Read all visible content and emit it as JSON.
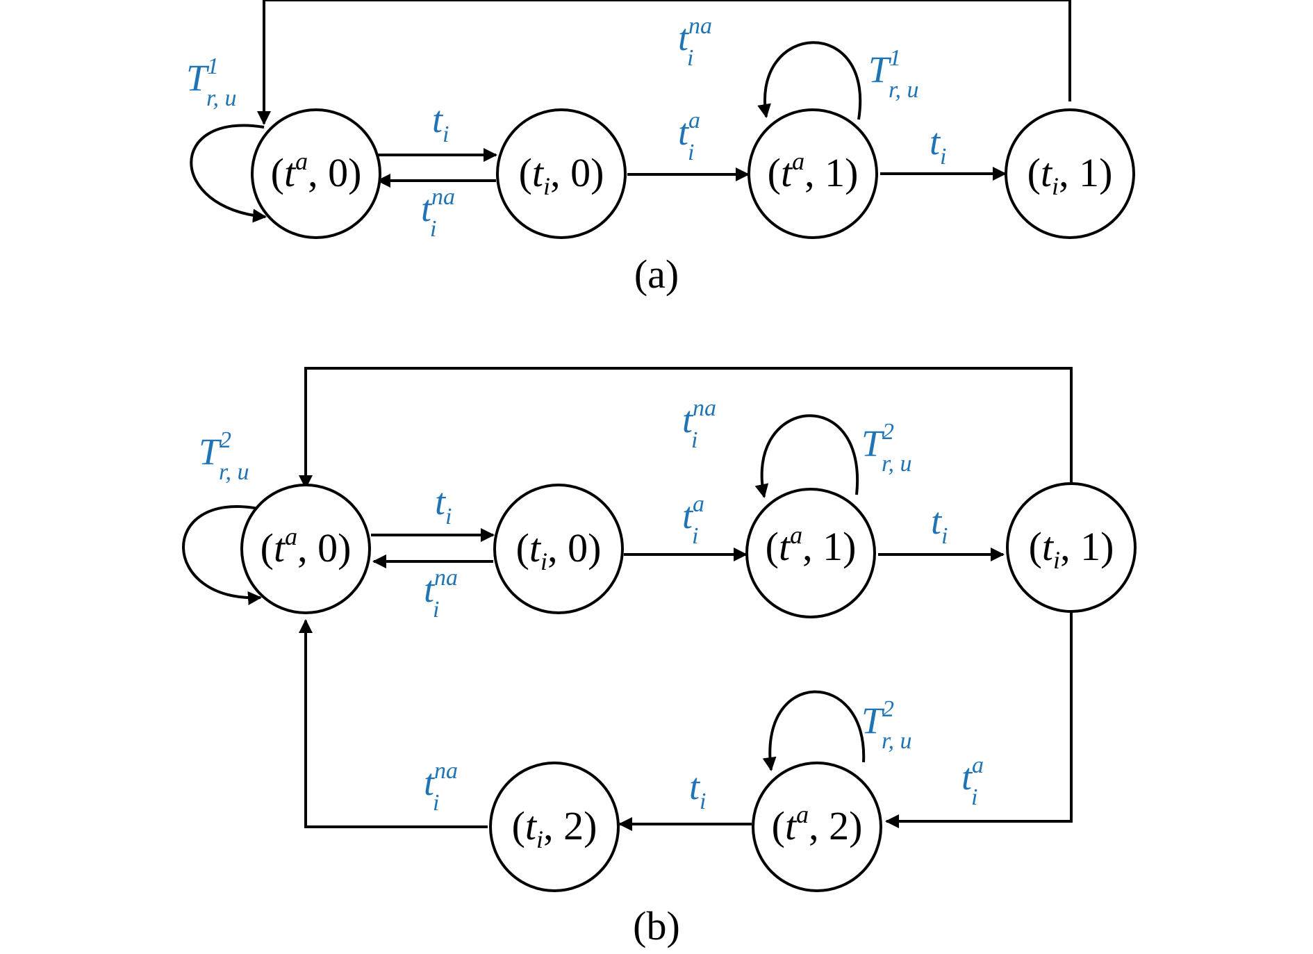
{
  "colors": {
    "edge_label": "#1f74b6",
    "node_text": "#000000",
    "stroke": "#000000"
  },
  "panels": [
    {
      "id": "a",
      "caption": "(a)",
      "nodes": [
        {
          "id": "a0",
          "open": "(",
          "base": "t",
          "script": "a",
          "script_type": "sup",
          "rest": ", 0)"
        },
        {
          "id": "a1",
          "open": "(",
          "base": "t",
          "script": "i",
          "script_type": "sub",
          "rest": ", 0)"
        },
        {
          "id": "a2",
          "open": "(",
          "base": "t",
          "script": "a",
          "script_type": "sup",
          "rest": ", 1)"
        },
        {
          "id": "a3",
          "open": "(",
          "base": "t",
          "script": "i",
          "script_type": "sub",
          "rest": ", 1)"
        }
      ],
      "edge_labels": [
        {
          "id": "a-self0",
          "base": "T",
          "sup": "1",
          "sub": "r, u"
        },
        {
          "id": "a-01",
          "base": "t",
          "sup": "",
          "sub": "i"
        },
        {
          "id": "a-10",
          "base": "t",
          "sup": "na",
          "sub": "i"
        },
        {
          "id": "a-12",
          "base": "t",
          "sup": "a",
          "sub": "i"
        },
        {
          "id": "a-back",
          "base": "t",
          "sup": "na",
          "sub": "i"
        },
        {
          "id": "a-self2",
          "base": "T",
          "sup": "1",
          "sub": "r, u"
        },
        {
          "id": "a-23",
          "base": "t",
          "sup": "",
          "sub": "i"
        }
      ]
    },
    {
      "id": "b",
      "caption": "(b)",
      "nodes": [
        {
          "id": "b0",
          "open": "(",
          "base": "t",
          "script": "a",
          "script_type": "sup",
          "rest": ", 0)"
        },
        {
          "id": "b1",
          "open": "(",
          "base": "t",
          "script": "i",
          "script_type": "sub",
          "rest": ", 0)"
        },
        {
          "id": "b2",
          "open": "(",
          "base": "t",
          "script": "a",
          "script_type": "sup",
          "rest": ", 1)"
        },
        {
          "id": "b3",
          "open": "(",
          "base": "t",
          "script": "i",
          "script_type": "sub",
          "rest": ", 1)"
        },
        {
          "id": "b4",
          "open": "(",
          "base": "t",
          "script": "i",
          "script_type": "sub",
          "rest": ", 2)"
        },
        {
          "id": "b5",
          "open": "(",
          "base": "t",
          "script": "a",
          "script_type": "sup",
          "rest": ", 2)"
        }
      ],
      "edge_labels": [
        {
          "id": "b-self0",
          "base": "T",
          "sup": "2",
          "sub": "r, u"
        },
        {
          "id": "b-01",
          "base": "t",
          "sup": "",
          "sub": "i"
        },
        {
          "id": "b-10",
          "base": "t",
          "sup": "na",
          "sub": "i"
        },
        {
          "id": "b-12",
          "base": "t",
          "sup": "a",
          "sub": "i"
        },
        {
          "id": "b-back",
          "base": "t",
          "sup": "na",
          "sub": "i"
        },
        {
          "id": "b-self2",
          "base": "T",
          "sup": "2",
          "sub": "r, u"
        },
        {
          "id": "b-23",
          "base": "t",
          "sup": "",
          "sub": "i"
        },
        {
          "id": "b-self5",
          "base": "T",
          "sup": "2",
          "sub": "r, u"
        },
        {
          "id": "b-35",
          "base": "t",
          "sup": "a",
          "sub": "i"
        },
        {
          "id": "b-54",
          "base": "t",
          "sup": "",
          "sub": "i"
        },
        {
          "id": "b-40",
          "base": "t",
          "sup": "na",
          "sub": "i"
        }
      ]
    }
  ]
}
